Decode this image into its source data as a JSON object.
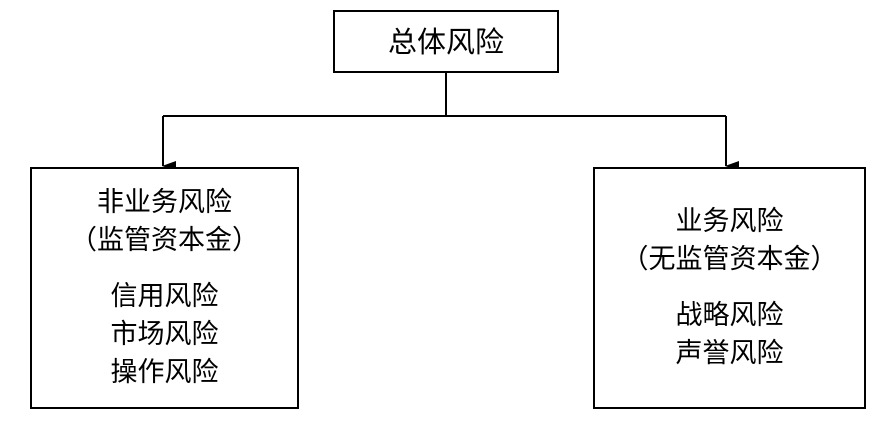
{
  "diagram": {
    "top": {
      "label": "总体风险"
    },
    "left": {
      "title": "非业务风险",
      "subtitle": "（监管资本金）",
      "items": [
        "信用风险",
        "市场风险",
        "操作风险"
      ]
    },
    "right": {
      "title": "业务风险",
      "subtitle": "（无监管资本金）",
      "items": [
        "战略风险",
        "声誉风险"
      ]
    }
  }
}
